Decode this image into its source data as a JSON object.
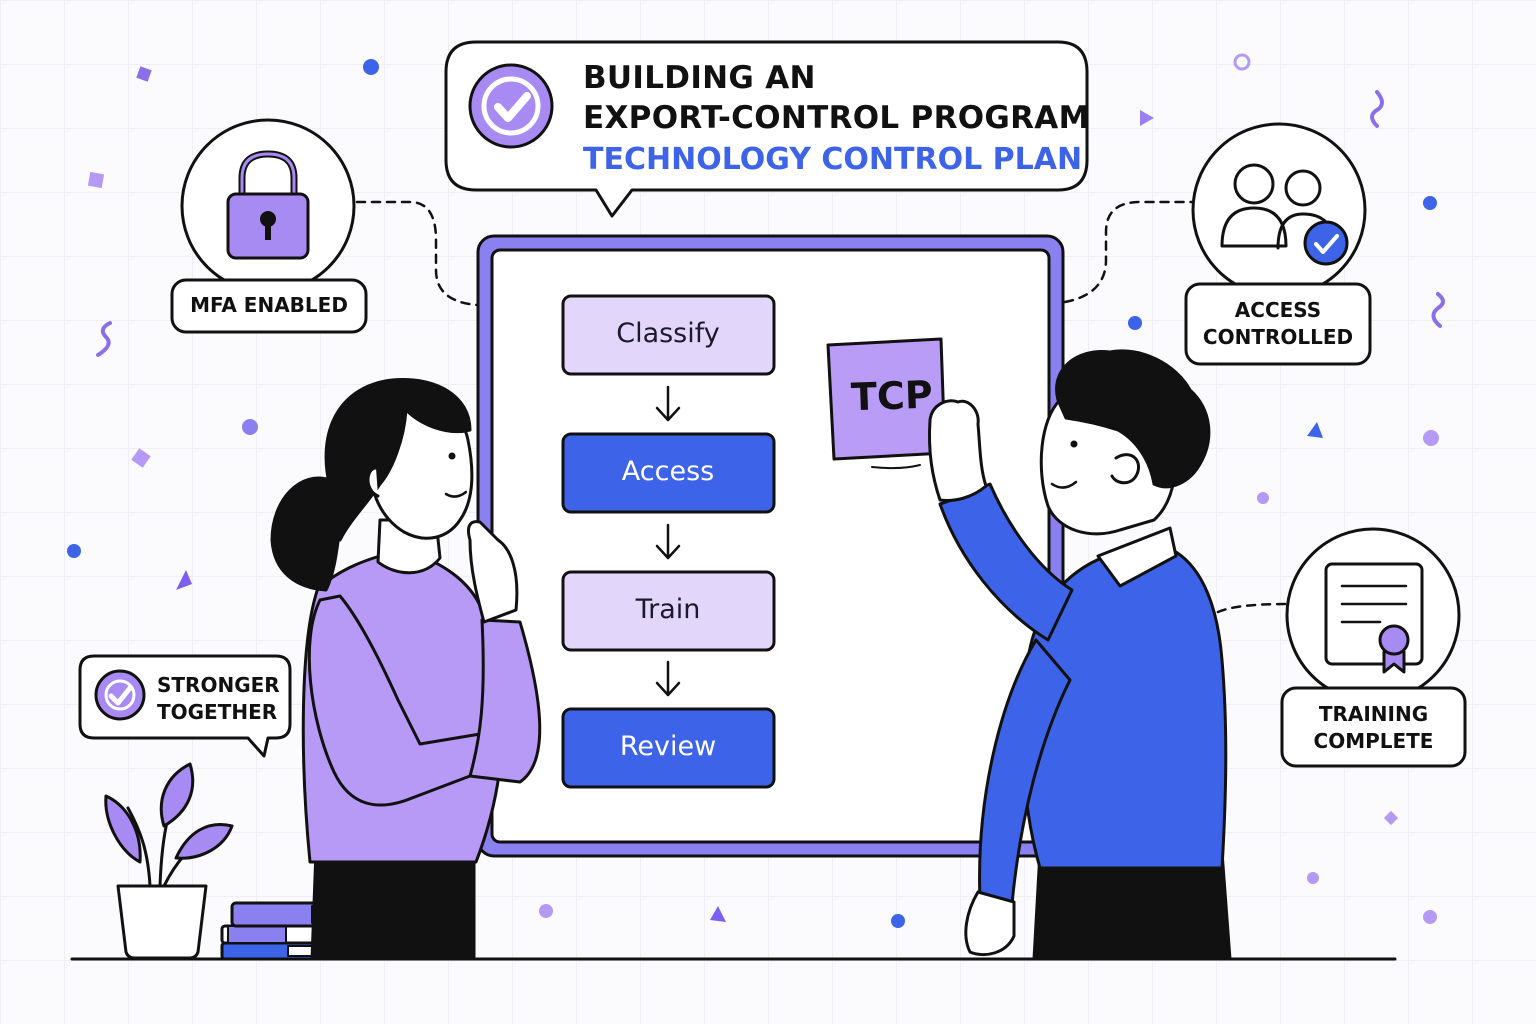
{
  "header": {
    "title_line1": "BUILDING AN",
    "title_line2": "EXPORT-CONTROL PROGRAM",
    "subtitle": "TECHNOLOGY CONTROL PLAN"
  },
  "flow": {
    "steps": [
      {
        "label": "Classify",
        "style": "light"
      },
      {
        "label": "Access",
        "style": "dark"
      },
      {
        "label": "Train",
        "style": "light"
      },
      {
        "label": "Review",
        "style": "dark"
      }
    ]
  },
  "note_card": {
    "label": "TCP"
  },
  "badges": {
    "mfa": {
      "label": "MFA ENABLED",
      "icon": "padlock-icon"
    },
    "access": {
      "line1": "ACCESS",
      "line2": "CONTROLLED",
      "icon": "users-check-icon"
    },
    "training": {
      "line1": "TRAINING",
      "line2": "COMPLETE",
      "icon": "certificate-icon"
    },
    "stronger": {
      "line1": "STRONGER",
      "line2": "TOGETHER",
      "icon": "checkmark-icon"
    }
  },
  "colors": {
    "accent_blue": "#3d63e8",
    "accent_purple": "#a88bf2",
    "light_lavender": "#e3d6fb",
    "outline": "#111111"
  }
}
